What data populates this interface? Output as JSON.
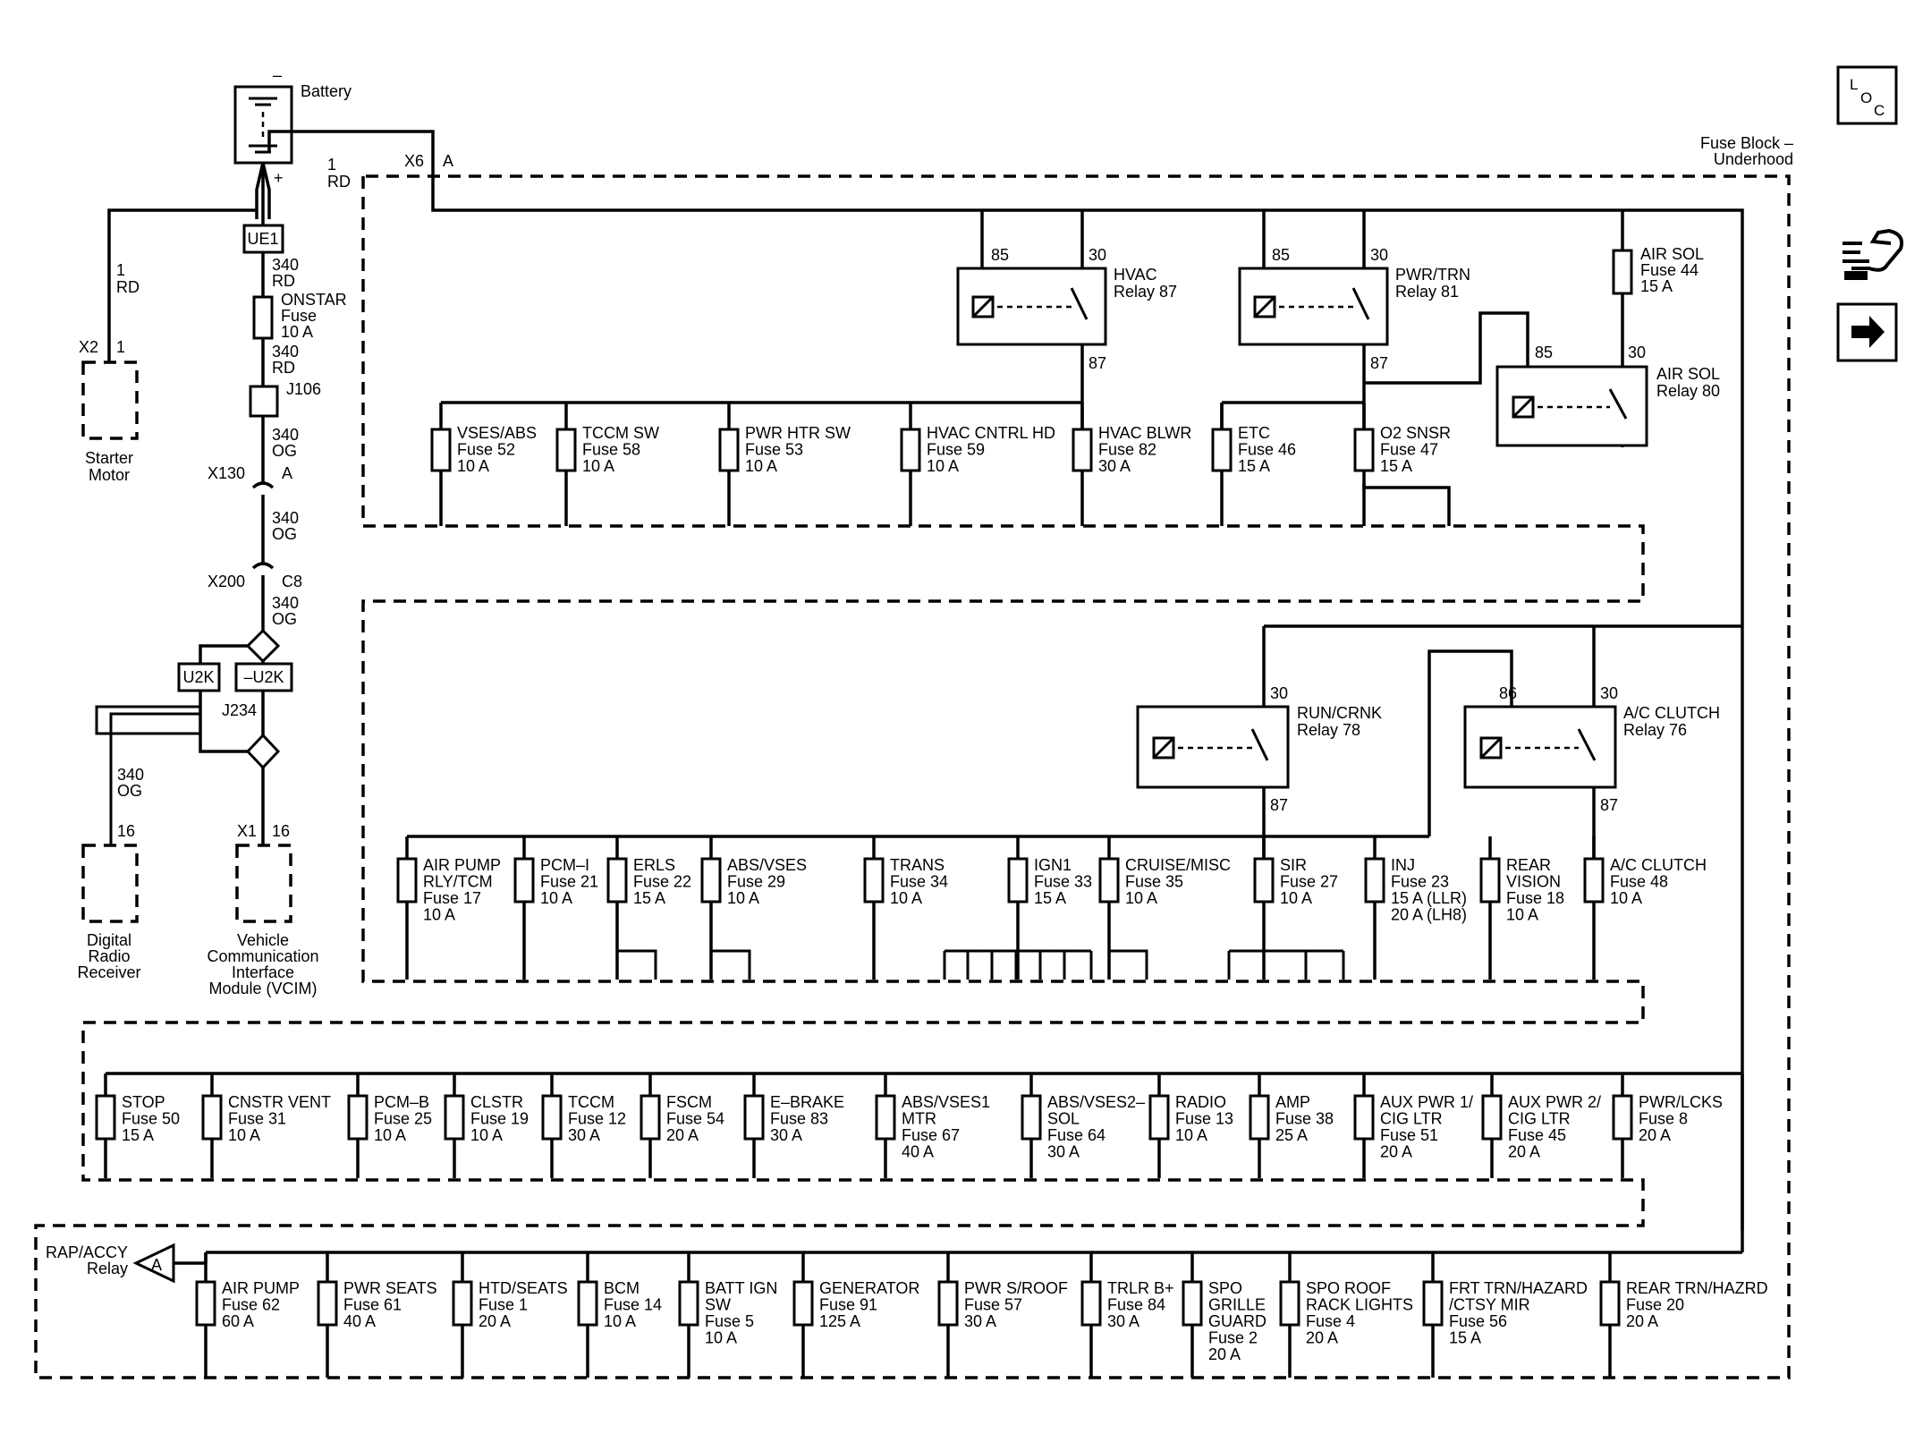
{
  "battery": {
    "label": "Battery",
    "minus": "–",
    "plus": "+"
  },
  "starter": {
    "label_line1": "Starter",
    "label_line2": "Motor",
    "connector": "X2",
    "pin": "1",
    "wire_num": "1",
    "wire_color": "RD"
  },
  "battery_out": {
    "wire_num": "1",
    "wire_color": "RD",
    "connector": "X6",
    "pin": "A"
  },
  "block_title": {
    "line1": "Fuse Block –",
    "line2": "Underhood"
  },
  "side_icons": {
    "loc": {
      "l": "L",
      "o": "O",
      "c": "C"
    },
    "tools": "tools-icon",
    "arrow": "arrow-right-icon"
  },
  "left_chain": {
    "ue1": "UE1",
    "wire_a": {
      "num": "340",
      "color": "RD"
    },
    "onstar_fuse": {
      "name": "ONSTAR",
      "line2": "Fuse",
      "rating": "10 A"
    },
    "wire_b": {
      "num": "340",
      "color": "RD"
    },
    "j106": "J106",
    "wire_c": {
      "num": "340",
      "color": "OG"
    },
    "x130": {
      "conn": "X130",
      "pin": "A"
    },
    "wire_d": {
      "num": "340",
      "color": "OG"
    },
    "x200": {
      "conn": "X200",
      "pin": "C8"
    },
    "wire_e": {
      "num": "340",
      "color": "OG"
    },
    "u2k": "U2K",
    "not_u2k": "–U2K",
    "j234": "J234",
    "wire_f": {
      "num": "340",
      "color": "OG"
    },
    "radio_pin": "16",
    "vcim_conn": "X1",
    "vcim_pin": "16",
    "radio": [
      "Digital",
      "Radio",
      "Receiver"
    ],
    "vcim": [
      "Vehicle",
      "Communication",
      "Interface",
      "Module (VCIM)"
    ]
  },
  "relays": {
    "hvac": {
      "name": "HVAC",
      "relay": "Relay 87",
      "pin_a": "85",
      "pin_b": "30",
      "pin_out": "87"
    },
    "pwr_trn": {
      "name": "PWR/TRN",
      "relay": "Relay 81",
      "pin_a": "85",
      "pin_b": "30",
      "pin_out": "87"
    },
    "air_sol": {
      "name": "AIR SOL",
      "relay": "Relay 80",
      "pin_a": "85",
      "pin_b": "30"
    },
    "run_crnk": {
      "name": "RUN/CRNK",
      "relay": "Relay 78",
      "pin_b": "30",
      "pin_out": "87"
    },
    "ac_clutch": {
      "name": "A/C CLUTCH",
      "relay": "Relay 76",
      "pin_a": "86",
      "pin_b": "30",
      "pin_out": "87"
    }
  },
  "air_sol_fuse": [
    "AIR SOL",
    "Fuse 44",
    "15 A"
  ],
  "row1_fuses": [
    [
      "VSES/ABS",
      "Fuse 52",
      "10 A"
    ],
    [
      "TCCM SW",
      "Fuse 58",
      "10 A"
    ],
    [
      "PWR HTR SW",
      "Fuse 53",
      "10 A"
    ],
    [
      "HVAC CNTRL HD",
      "Fuse 59",
      "10 A"
    ],
    [
      "HVAC BLWR",
      "Fuse 82",
      "30 A"
    ],
    [
      "ETC",
      "Fuse 46",
      "15 A"
    ],
    [
      "O2 SNSR",
      "Fuse 47",
      "15 A"
    ]
  ],
  "row2_fuses": [
    [
      "AIR PUMP",
      "RLY/TCM",
      "Fuse 17",
      "10 A"
    ],
    [
      "PCM–I",
      "Fuse 21",
      "10 A"
    ],
    [
      "ERLS",
      "Fuse 22",
      "15 A"
    ],
    [
      "ABS/VSES",
      "Fuse 29",
      "10 A"
    ],
    [
      "TRANS",
      "Fuse 34",
      "10 A"
    ],
    [
      "IGN1",
      "Fuse 33",
      "15 A"
    ],
    [
      "CRUISE/MISC",
      "Fuse 35",
      "10 A"
    ],
    [
      "SIR",
      "Fuse 27",
      "10 A"
    ],
    [
      "INJ",
      "Fuse 23",
      "15 A (LLR)",
      "20 A (LH8)"
    ],
    [
      "REAR",
      "VISION",
      "Fuse 18",
      "10 A"
    ],
    [
      "A/C CLUTCH",
      "Fuse 48",
      "10 A"
    ]
  ],
  "row3_fuses": [
    [
      "STOP",
      "Fuse 50",
      "15 A"
    ],
    [
      "CNSTR VENT",
      "Fuse 31",
      "10 A"
    ],
    [
      "PCM–B",
      "Fuse 25",
      "10 A"
    ],
    [
      "CLSTR",
      "Fuse 19",
      "10 A"
    ],
    [
      "TCCM",
      "Fuse 12",
      "30 A"
    ],
    [
      "FSCM",
      "Fuse 54",
      "20 A"
    ],
    [
      "E–BRAKE",
      "Fuse 83",
      "30 A"
    ],
    [
      "ABS/VSES1",
      "MTR",
      "Fuse 67",
      "40 A"
    ],
    [
      "ABS/VSES2–",
      "SOL",
      "Fuse 64",
      "30 A"
    ],
    [
      "RADIO",
      "Fuse 13",
      "10 A"
    ],
    [
      "AMP",
      "Fuse 38",
      "25 A"
    ],
    [
      "AUX PWR 1/",
      "CIG LTR",
      "Fuse 51",
      "20 A"
    ],
    [
      "AUX PWR 2/",
      "CIG LTR",
      "Fuse 45",
      "20 A"
    ],
    [
      "PWR/LCKS",
      "Fuse 8",
      "20 A"
    ]
  ],
  "rap_relay": {
    "line1": "RAP/ACCY",
    "line2": "Relay",
    "pin": "A"
  },
  "row4_fuses": [
    [
      "AIR PUMP",
      "Fuse 62",
      "60 A"
    ],
    [
      "PWR SEATS",
      "Fuse 61",
      "40 A"
    ],
    [
      "HTD/SEATS",
      "Fuse 1",
      "20 A"
    ],
    [
      "BCM",
      "Fuse 14",
      "10 A"
    ],
    [
      "BATT IGN",
      "SW",
      "Fuse 5",
      "10 A"
    ],
    [
      "GENERATOR",
      "Fuse 91",
      "125 A"
    ],
    [
      "PWR S/ROOF",
      "Fuse 57",
      "30 A"
    ],
    [
      "TRLR B+",
      "Fuse 84",
      "30 A"
    ],
    [
      "SPO",
      "GRILLE",
      "GUARD",
      "Fuse 2",
      "20 A"
    ],
    [
      "SPO ROOF",
      "RACK LIGHTS",
      "Fuse 4",
      "20 A"
    ],
    [
      "FRT TRN/HAZARD",
      "/CTSY MIR",
      "Fuse 56",
      "15 A"
    ],
    [
      "REAR TRN/HAZRD",
      "Fuse 20",
      "20 A"
    ]
  ]
}
